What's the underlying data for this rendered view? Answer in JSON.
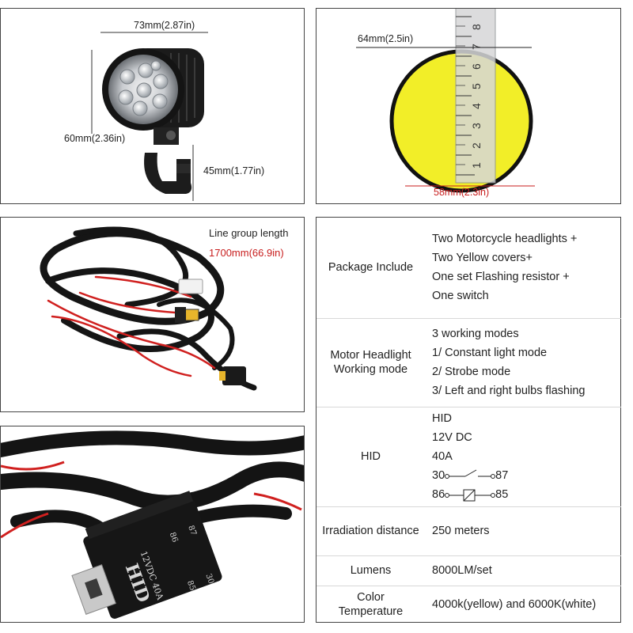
{
  "panel_lamp": {
    "width_label": "73mm(2.87in)",
    "height_label": "60mm(2.36in)",
    "bracket_label": "45mm(1.77in)"
  },
  "panel_cover": {
    "cover_diameter_label": "64mm(2.5in)",
    "inner_diameter_label": "58mm(2.3in)",
    "ruler_numbers": [
      "1",
      "2",
      "3",
      "4",
      "5",
      "6",
      "7",
      "8"
    ],
    "cover_color": "#f2ee28"
  },
  "panel_harness": {
    "title": "Line group length",
    "length_label": "1700mm(66.9in)"
  },
  "panel_relay": {
    "relay_line1": "HID",
    "relay_line2": "12VDC 40A",
    "relay_pins": [
      "86",
      "85",
      "87",
      "30"
    ]
  },
  "specs": {
    "package": {
      "label": "Package Include",
      "lines": [
        "Two Motorcycle headlights +",
        "Two Yellow covers+",
        "One set Flashing resistor +",
        "One switch"
      ]
    },
    "modes": {
      "label_line1": "Motor Headlight",
      "label_line2": "Working mode",
      "lines": [
        "3 working modes",
        "1/ Constant light mode",
        "2/ Strobe mode",
        "3/ Left and right bulbs flashing"
      ]
    },
    "hid": {
      "label": "HID",
      "lines": [
        "HID",
        "12V DC",
        "40A"
      ],
      "relay1_left": "30",
      "relay1_right": "87",
      "relay2_left": "86",
      "relay2_right": "85"
    },
    "irradiation": {
      "label": "Irradiation distance",
      "value": "250 meters"
    },
    "lumens": {
      "label": "Lumens",
      "value": "8000LM/set"
    },
    "color_temp": {
      "label_line1": "Color",
      "label_line2": "Temperature",
      "value": "4000k(yellow) and 6000K(white)"
    }
  }
}
